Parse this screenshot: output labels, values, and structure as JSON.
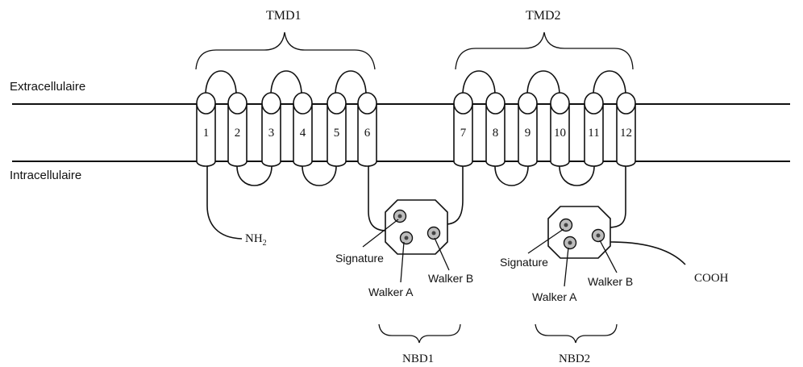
{
  "membrane": {
    "extracellular_label": "Extracellulaire",
    "intracellular_label": "Intracellulaire"
  },
  "domains": {
    "tmd1": "TMD1",
    "tmd2": "TMD2",
    "nbd1": "NBD1",
    "nbd2": "NBD2"
  },
  "helices": [
    "1",
    "2",
    "3",
    "4",
    "5",
    "6",
    "7",
    "8",
    "9",
    "10",
    "11",
    "12"
  ],
  "termini": {
    "n_terminus": "NH",
    "n_terminus_subscript": "2",
    "c_terminus": "COOH"
  },
  "nbd1_sites": {
    "signature": "Signature",
    "walker_a": "Walker A",
    "walker_b": "Walker B"
  },
  "nbd2_sites": {
    "signature": "Signature",
    "walker_a": "Walker A",
    "walker_b": "Walker B"
  }
}
